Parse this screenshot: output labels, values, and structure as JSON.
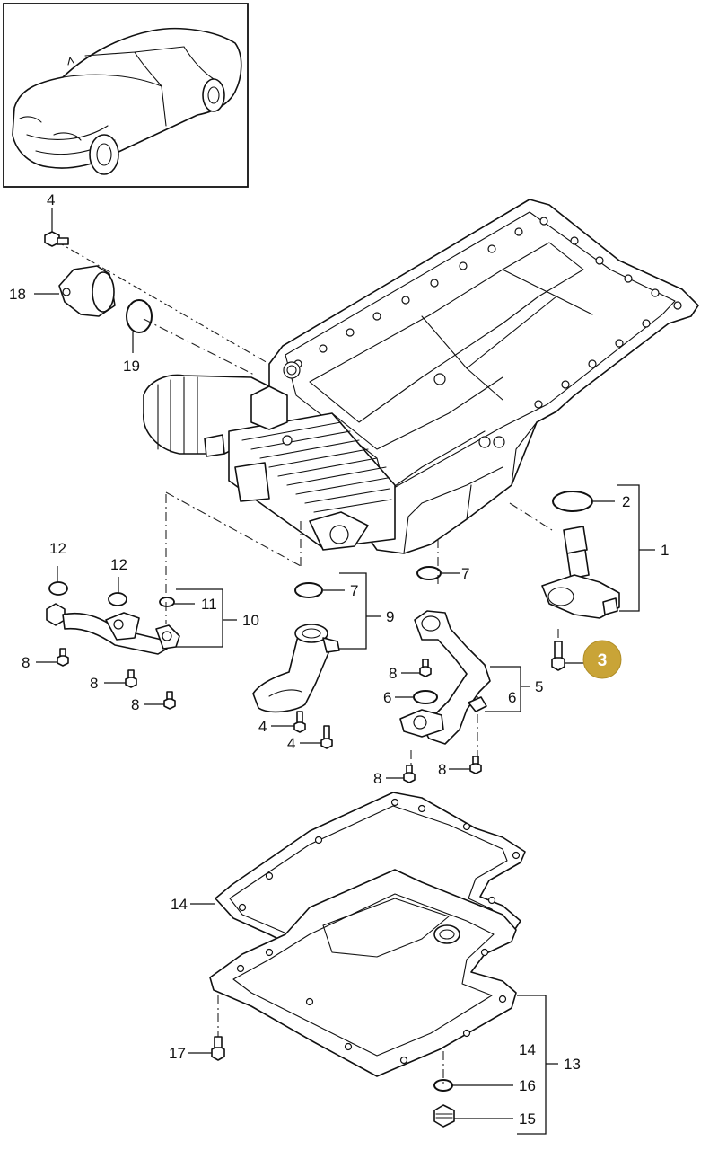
{
  "labels": {
    "l1": "1",
    "l2": "2",
    "l3": "3",
    "l4a": "4",
    "l4b": "4",
    "l4c": "4",
    "l5": "5",
    "l6a": "6",
    "l6b": "6",
    "l7a": "7",
    "l7b": "7",
    "l8a": "8",
    "l8b": "8",
    "l8c": "8",
    "l8d": "8",
    "l8e": "8",
    "l8f": "8",
    "l9": "9",
    "l10": "10",
    "l11": "11",
    "l12a": "12",
    "l12b": "12",
    "l13": "13",
    "l14a": "14",
    "l14b": "14",
    "l15": "15",
    "l16": "16",
    "l17": "17",
    "l18": "18",
    "l19": "19"
  },
  "highlight": {
    "label": "3",
    "color": "#c9a437",
    "text_color": "#ffffff"
  },
  "colors": {
    "line": "#111111",
    "background": "#ffffff"
  }
}
